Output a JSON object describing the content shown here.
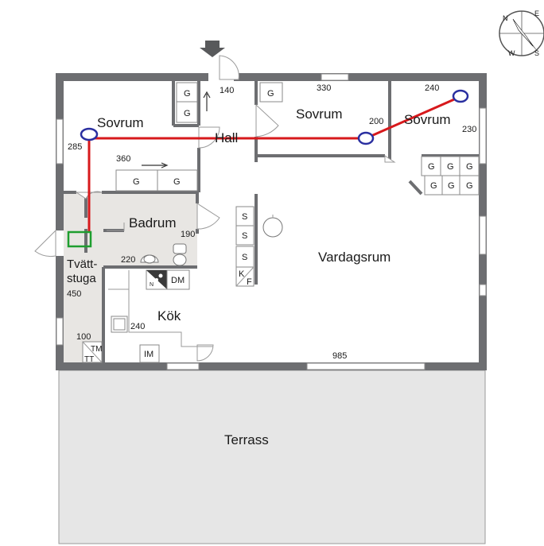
{
  "rooms": {
    "sovrum_left": "Sovrum",
    "sovrum_mid": "Sovrum",
    "sovrum_right": "Sovrum",
    "hall": "Hall",
    "badrum": "Badrum",
    "tvattstuga_1": "Tvätt-",
    "tvattstuga_2": "stuga",
    "vardagsrum": "Vardagsrum",
    "kok": "Kök",
    "terrass": "Terrass"
  },
  "dimensions": {
    "d140": "140",
    "d330": "330",
    "d240_top": "240",
    "d200": "200",
    "d230": "230",
    "d285": "285",
    "d360": "360",
    "d190": "190",
    "d220": "220",
    "d450": "450",
    "d240_kok": "240",
    "d100": "100",
    "d985": "985"
  },
  "fixtures": {
    "g": "G",
    "s": "S",
    "k": "K",
    "f": "F",
    "dm": "DM",
    "im": "IM",
    "tm": "TM",
    "tt": "TT",
    "n": "N"
  },
  "colors": {
    "wall": "#6d6e71",
    "kitchen_floor": "#e8e6e3",
    "terrace_floor": "#e6e6e6",
    "red_line": "#d7191c",
    "blue_marker": "#2a2fa0",
    "green_marker": "#1e9e2f"
  },
  "compass": {
    "letters": [
      "N",
      "S",
      "W",
      "E"
    ]
  }
}
